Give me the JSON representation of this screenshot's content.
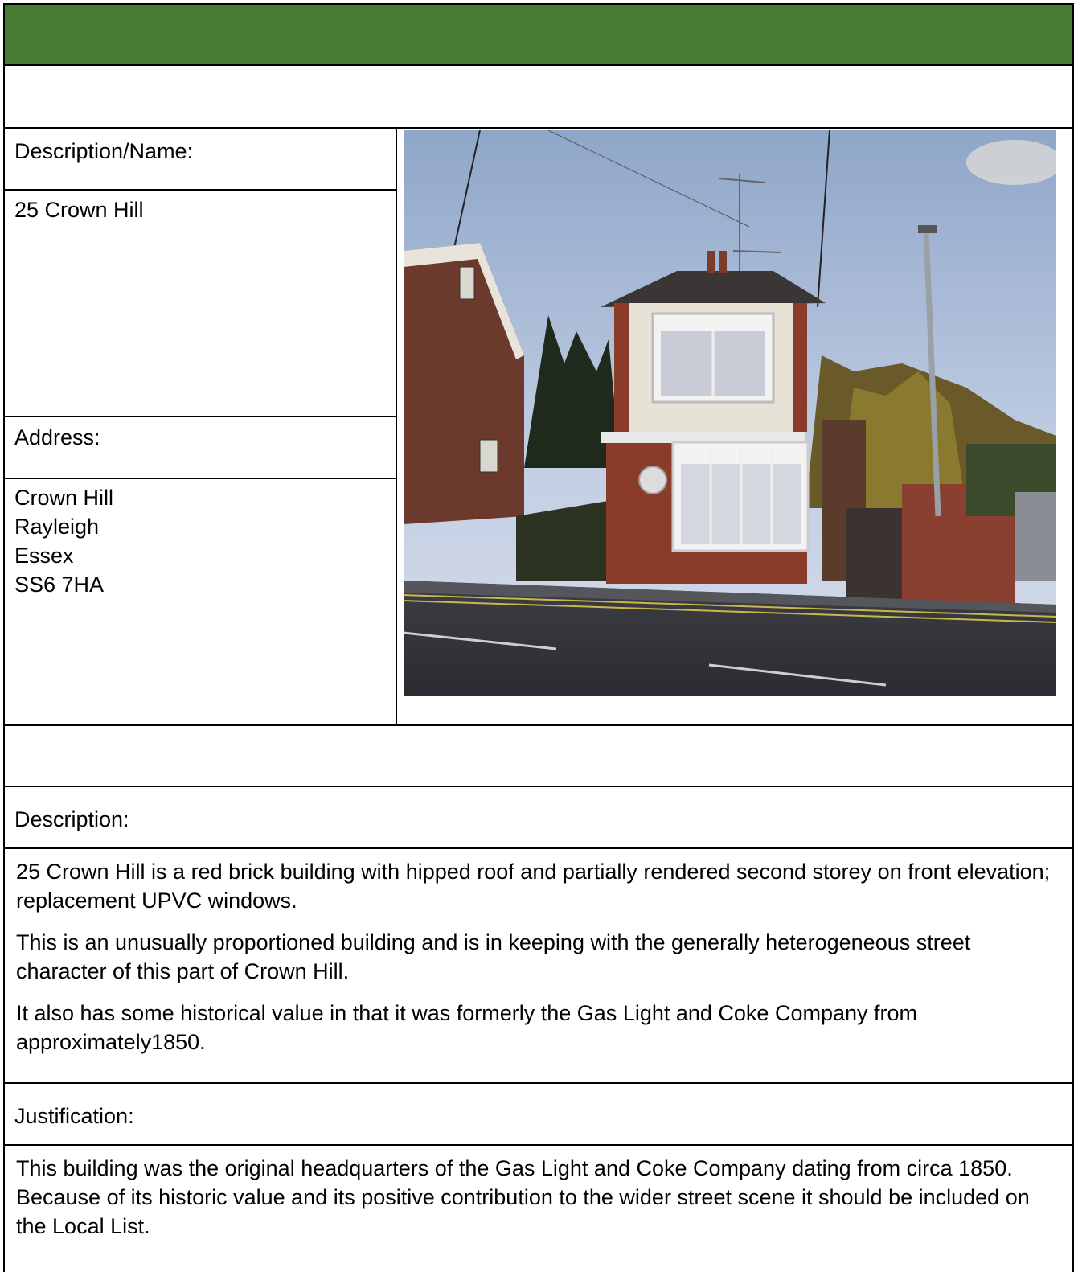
{
  "property": {
    "description_name_label": "Description/Name:",
    "name": "25 Crown Hill",
    "address_label": "Address:",
    "address_lines": [
      "Crown Hill",
      "Rayleigh",
      "Essex",
      "SS6 7HA"
    ]
  },
  "details": {
    "description_label": "Description:",
    "description_paragraphs": [
      "25 Crown Hill is a red brick building with hipped roof and partially rendered second storey on front elevation; replacement UPVC windows.",
      "This is an unusually proportioned building and is in keeping with the generally heterogeneous street character of this part of Crown Hill.",
      "It also has some historical value in that it was formerly the Gas Light and Coke Company from approximately1850."
    ],
    "justification_label": "Justification:",
    "justification_text": "This building was the original headquarters of the Gas Light and Coke Company dating from circa 1850. Because of its historic value and its positive contribution to the wider street scene it should be included on the Local List."
  },
  "colors": {
    "header_green": "#467b33"
  }
}
